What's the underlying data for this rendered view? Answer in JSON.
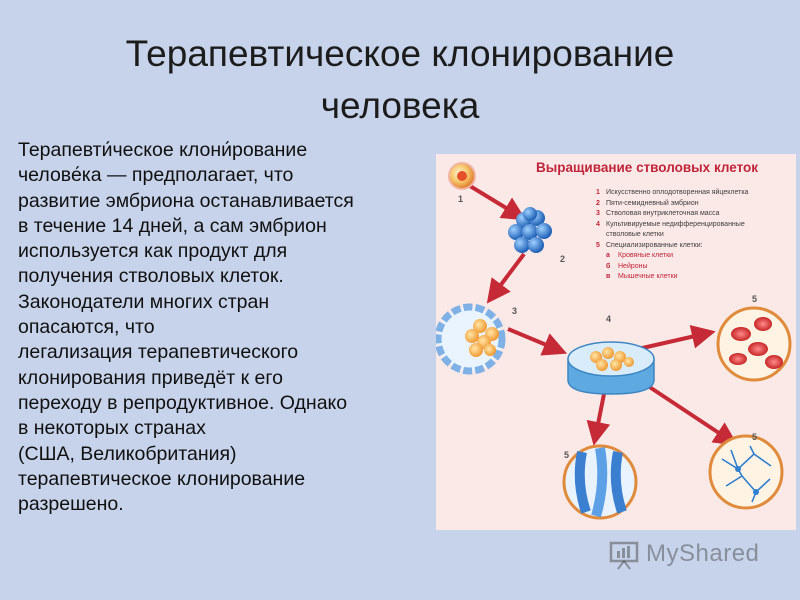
{
  "slide": {
    "title_lines": [
      "Терапевтическое клонирование",
      "человека"
    ],
    "body_lines": [
      "Терапевти́ческое клони́рование",
      "челове́ка  — предполагает, что",
      "развитие  эмбриона останавливается",
      "в течение 14  дней, а сам эмбрион",
      "используется как продукт для",
      "получения стволовых клеток.",
      "Законодатели многих стран",
      "опасаются, что",
      "легализация терапевтического",
      "клонирования приведёт к его",
      "переходу в репродуктивное. Однако",
      "в некоторых странах",
      "(США, Великобритания)",
      "терапевтическое клонирование",
      "разрешено."
    ]
  },
  "diagram": {
    "title": "Выращивание стволовых клеток",
    "legend": [
      {
        "num": "1",
        "text": "Искусственно оплодотворенная яйцеклетка"
      },
      {
        "num": "2",
        "text": "Пяти-семидневный эмбрион"
      },
      {
        "num": "3",
        "text": "Стволовая внутриклеточная масса"
      },
      {
        "num": "4",
        "text": "Культивируемые недифференцированные"
      },
      {
        "num": "",
        "text": "стволовые клетки"
      },
      {
        "num": "5",
        "text": "Специализированные клетки:"
      }
    ],
    "sublegend": [
      {
        "num": "а",
        "text": "Кровяные клетки"
      },
      {
        "num": "б",
        "text": "Нейроны"
      },
      {
        "num": "в",
        "text": "Мышечные клетки"
      }
    ],
    "steps": [
      "1",
      "2",
      "3",
      "4",
      "5",
      "5",
      "5"
    ],
    "colors": {
      "arrow": "#c62a36",
      "title": "#c0243a",
      "panel": "#fbe9e7"
    }
  },
  "watermark": {
    "text": "MyShared"
  }
}
